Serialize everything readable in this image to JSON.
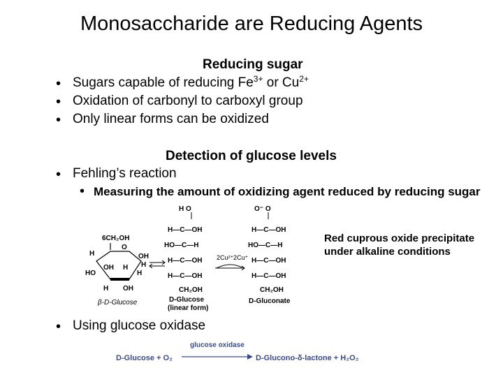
{
  "slide": {
    "title": "Monosaccharide are Reducing Agents",
    "section1": {
      "heading": "Reducing sugar",
      "bullets": [
        {
          "text": "Sugars capable of reducing Fe",
          "sup1": "3+",
          "mid": " or Cu",
          "sup2": "2+"
        },
        {
          "text": "Oxidation of carbonyl to carboxyl group"
        },
        {
          "text": "Only linear forms can be oxidized"
        }
      ]
    },
    "section2": {
      "heading": "Detection of glucose levels",
      "bullet": "Fehling’s reaction",
      "subbullet": "Measuring the amount of oxidizing agent reduced by reducing sugar",
      "note_line1": "Red cuprous oxide precipitate",
      "note_line2": "under alkaline conditions"
    },
    "section3": {
      "bullet": "Using glucose oxidase"
    },
    "bullet_symbol": "•"
  },
  "fehling_diagram": {
    "ring_label": "β-D-Glucose",
    "linear_label_1": "D-Glucose",
    "linear_label_2": "(linear form)",
    "product_label": "D-Gluconate",
    "reactant_ion": "2Cu²⁺",
    "product_ion": "2Cu⁺",
    "ring_atoms": [
      "6CH₂OH",
      "O",
      "OH",
      "OH",
      "HO",
      "H",
      "H",
      "H",
      "OH",
      "H",
      "H"
    ],
    "linear_rows": [
      "H—C—OH",
      "HO—C—H",
      "H—C—OH",
      "H—C—OH",
      "CH₂OH"
    ],
    "gluconate_rows": [
      "H—C—OH",
      "HO—C—H",
      "H—C—OH",
      "H—C—OH",
      "CH₂OH"
    ],
    "aldehyde_top": "H   O",
    "carboxylate_top": "O⁻  O"
  },
  "oxidase_equation": {
    "arrow_label": "glucose oxidase",
    "left": "D-Glucose + O₂",
    "right": "D-Glucono-δ-lactone + H₂O₂"
  },
  "colors": {
    "accent": "#3b4a8a",
    "text": "#000000"
  }
}
